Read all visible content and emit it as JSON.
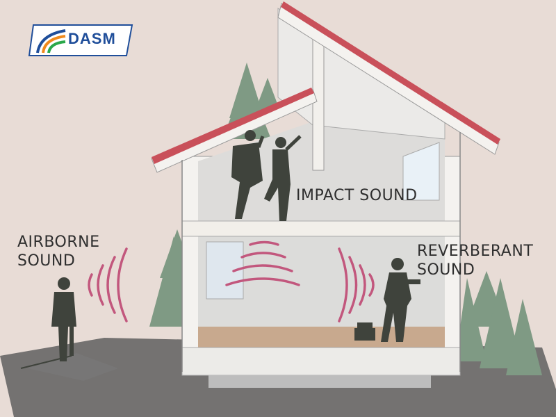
{
  "logo": {
    "text": "DASM"
  },
  "labels": {
    "airborne_line1": "AIRBORNE",
    "airborne_line2": "SOUND",
    "impact": "IMPACT SOUND",
    "reverberant_line1": "REVERBERANT",
    "reverberant_line2": "SOUND"
  },
  "colors": {
    "background": "#e8dcd6",
    "roof_red": "#c9505a",
    "wall": "#f4f2ef",
    "interior": "#dcdcda",
    "floor": "#c8a98e",
    "sound_waves": "#c2577d",
    "silhouette": "#3f433c",
    "tree": "#7f9a84",
    "ground": "#5e5e5e",
    "logo_blue": "#1f4e9a",
    "logo_orange": "#f08a1c",
    "logo_green": "#2aa84a"
  }
}
